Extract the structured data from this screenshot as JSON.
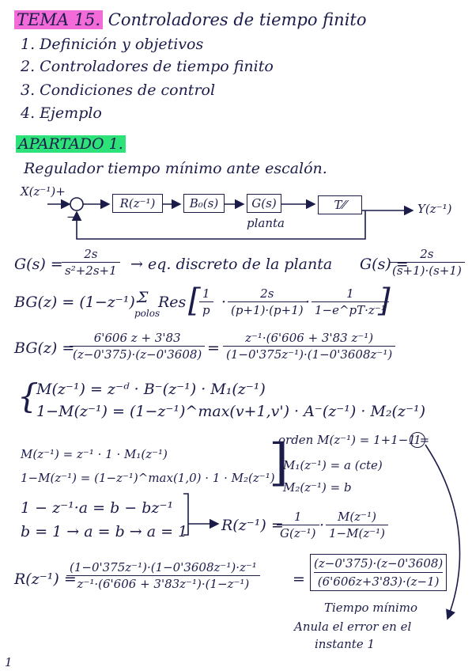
{
  "header": {
    "tema_tag": "TEMA 15.",
    "tema_title": "Controladores de tiempo finito"
  },
  "index": [
    "1. Definición y objetivos",
    "2. Controladores de tiempo finito",
    "3. Condiciones de control",
    "4. Ejemplo"
  ],
  "section": {
    "tag": "APARTADO 1.",
    "subtitle": "Regulador tiempo mínimo ante escalón."
  },
  "diagram": {
    "input": "X(z⁻¹)",
    "plus": "+",
    "minus": "−",
    "blocks": [
      "R(z⁻¹)",
      "B₀(s)",
      "G(s)",
      "T⁄⁄"
    ],
    "plant_label": "planta",
    "output": "Y(z⁻¹)"
  },
  "eq1": {
    "lhs": "G(s) =",
    "num": "2s",
    "den": "s²+2s+1",
    "arrow_text": "→ eq. discreto de la planta",
    "rhs_lhs": "G(s) =",
    "rhs_num": "2s",
    "rhs_den": "(s+1)·(s+1)"
  },
  "eq2": {
    "lhs": "BG(z) = (1−z⁻¹)·",
    "sum": "Σ",
    "sum_sub": "polos",
    "res": "Res",
    "f1_num": "1",
    "f1_den": "p",
    "f2_num": "2s",
    "f2_den": "(p+1)·(p+1)",
    "f3_num": "1",
    "f3_den": "1−e^pT·z⁻¹"
  },
  "eq3": {
    "lhs": "BG(z) =",
    "num": "6'606 z + 3'83",
    "den": "(z−0'375)·(z−0'3608)",
    "eq": "=",
    "rhs_num": "z⁻¹·(6'606 + 3'83 z⁻¹)",
    "rhs_den": "(1−0'375z⁻¹)·(1−0'3608z⁻¹)"
  },
  "system": {
    "line1": "M(z⁻¹) = z⁻ᵈ · B⁻(z⁻¹) · M₁(z⁻¹)",
    "line2": "1−M(z⁻¹) = (1−z⁻¹)^max(v+1,v') · A⁻(z⁻¹) · M₂(z⁻¹)"
  },
  "system2": {
    "line1": "M(z⁻¹) = z⁻¹ · 1 · M₁(z⁻¹)",
    "line2": "1−M(z⁻¹) = (1−z⁻¹)^max(1,0) · 1 · M₂(z⁻¹)",
    "orden": "orden M(z⁻¹) = 1+1−1 =",
    "orden_val": "1",
    "m1": "M₁(z⁻¹) = a  (cte)",
    "m2": "M₂(z⁻¹) = b"
  },
  "solve": {
    "line1": "1 − z⁻¹·a = b − bz⁻¹",
    "line2": "b = 1 → a = b → a = 1",
    "r_lhs": "R(z⁻¹) =",
    "f1_num": "1",
    "f1_den": "G(z⁻¹)",
    "f2_num": "M(z⁻¹)",
    "f2_den": "1−M(z⁻¹)"
  },
  "final": {
    "lhs": "R(z⁻¹) =",
    "num": "(1−0'375z⁻¹)·(1−0'3608z⁻¹)·z⁻¹",
    "den": "z⁻¹·(6'606 + 3'83z⁻¹)·(1−z⁻¹)",
    "eq": "=",
    "box_num": "(z−0'375)·(z−0'3608)",
    "box_den": "(6'606z+3'83)·(z−1)",
    "note1": "Tiempo mínimo",
    "note2": "Anula el error en el",
    "note3": "instante 1"
  },
  "page_number": "1"
}
